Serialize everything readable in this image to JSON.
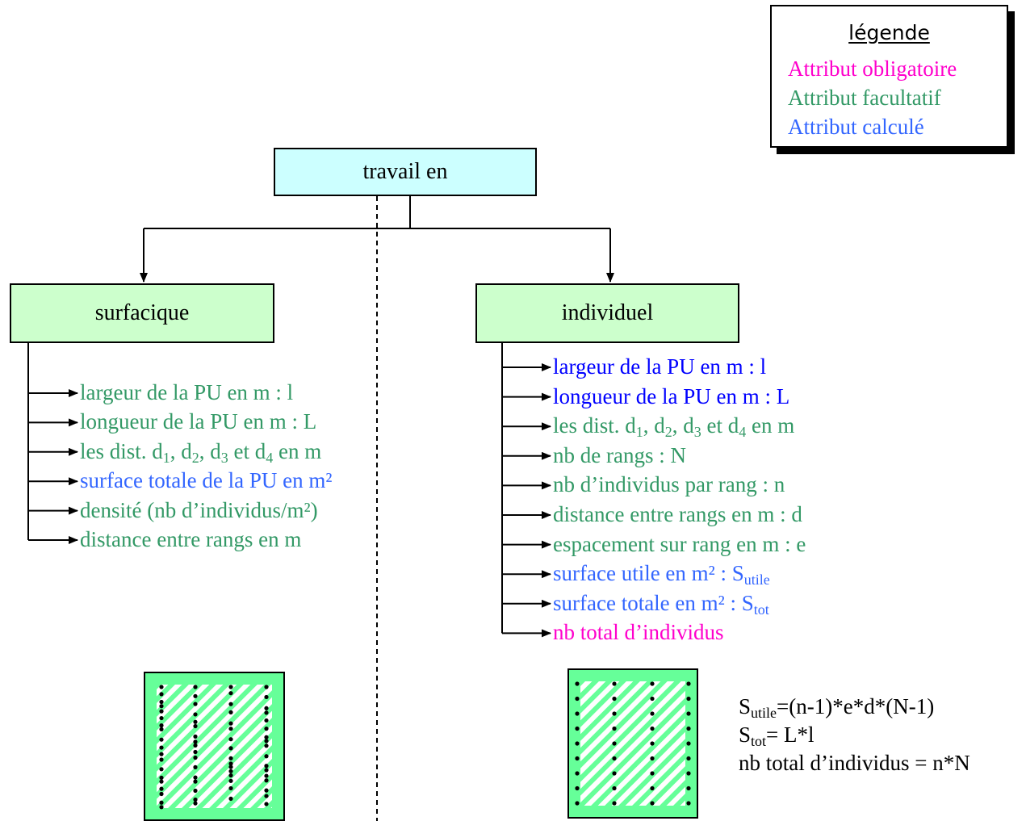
{
  "legend": {
    "title": "légende",
    "items": [
      {
        "label": "Attribut obligatoire",
        "color": "#ff00cc"
      },
      {
        "label": "Attribut facultatif",
        "color": "#339966"
      },
      {
        "label": "Attribut calculé",
        "color": "#3366ff"
      }
    ]
  },
  "root": {
    "label": "travail en"
  },
  "surfacique": {
    "label": "surfacique",
    "attributes": [
      {
        "parts": [
          "largeur de la PU en m : l"
        ],
        "type": "facultatif"
      },
      {
        "parts": [
          "longueur de la PU en m : L"
        ],
        "type": "facultatif"
      },
      {
        "parts": [
          "les dist. d",
          "1",
          ", d",
          "2",
          ", d",
          "3",
          " et d",
          "4",
          " en m"
        ],
        "type": "facultatif"
      },
      {
        "parts": [
          "surface totale de la PU en m²"
        ],
        "type": "calculé"
      },
      {
        "parts": [
          "densité (nb d’individus/m²)"
        ],
        "type": "facultatif"
      },
      {
        "parts": [
          "distance entre rangs en m"
        ],
        "type": "facultatif"
      }
    ]
  },
  "individuel": {
    "label": "individuel",
    "attributes": [
      {
        "parts": [
          "largeur de la PU en m : l"
        ],
        "type": "calculé-fort"
      },
      {
        "parts": [
          "longueur de la PU en m : L"
        ],
        "type": "calculé-fort"
      },
      {
        "parts": [
          "les dist. d",
          "1",
          ", d",
          "2",
          ", d",
          "3",
          " et d",
          "4",
          " en m"
        ],
        "type": "facultatif"
      },
      {
        "parts": [
          "nb de rangs : N"
        ],
        "type": "facultatif"
      },
      {
        "parts": [
          "nb d’individus par rang : n"
        ],
        "type": "facultatif"
      },
      {
        "parts": [
          "distance entre rangs en m : d"
        ],
        "type": "facultatif"
      },
      {
        "parts": [
          "espacement sur rang en m : e"
        ],
        "type": "facultatif"
      },
      {
        "parts": [
          "surface utile en m² : S",
          "utile"
        ],
        "type": "calculé"
      },
      {
        "parts": [
          "surface totale en m² : S",
          "tot"
        ],
        "type": "calculé"
      },
      {
        "parts": [
          "nb total d’individus"
        ],
        "type": "obligatoire"
      }
    ]
  },
  "formulas": [
    {
      "parts": [
        "S",
        "utile",
        "=(n-1)*e*d*(N-1)"
      ]
    },
    {
      "parts": [
        "S",
        "tot",
        "= L*l"
      ]
    },
    {
      "parts": [
        "nb total d’individus = n*N"
      ]
    }
  ],
  "colors": {
    "root_fill": "#ccffff",
    "node_fill": "#ccffcc",
    "plot_fill": "#66ff99"
  }
}
